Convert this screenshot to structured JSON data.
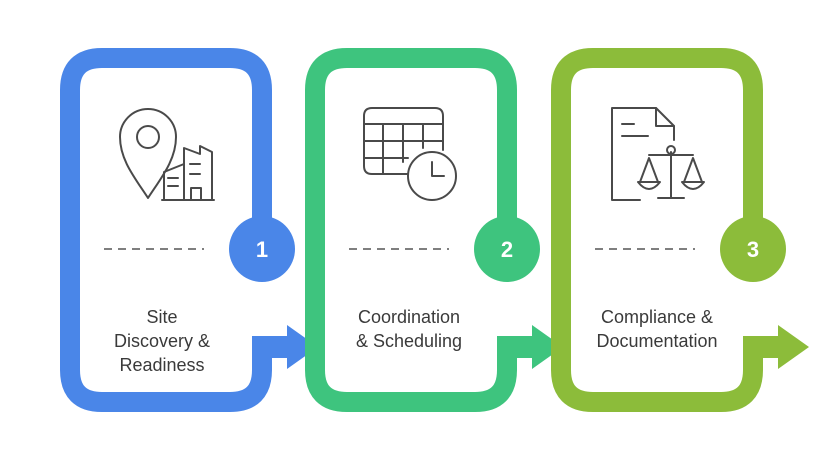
{
  "colors": {
    "step1": "#4a86e8",
    "step2": "#3ec47e",
    "step3": "#8cbc3a",
    "icon": "#4a4a4a",
    "divider": "#555555",
    "text": "#3a3a3a"
  },
  "steps": [
    {
      "number": "1",
      "label": "Site\nDiscovery &\nReadiness",
      "icon": "location-building-icon"
    },
    {
      "number": "2",
      "label": "Coordination\n& Scheduling",
      "icon": "calendar-clock-icon"
    },
    {
      "number": "3",
      "label": "Compliance &\nDocumentation",
      "icon": "document-scales-icon"
    }
  ]
}
